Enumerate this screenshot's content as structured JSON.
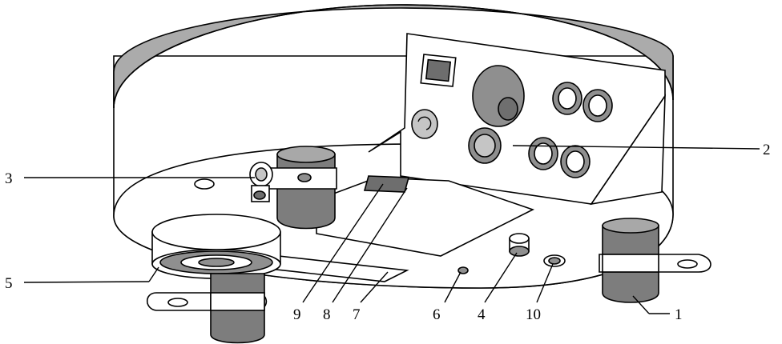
{
  "colors": {
    "body_fill": "#ffffff",
    "top_band": "#ababab",
    "rim_fill": "#dedede",
    "foot_fill": "#7d7d7d",
    "foot_light": "#a8a8a8",
    "connector_fill": "#8f8f8f",
    "panel_fill": "#ffffff",
    "line": "#000000"
  },
  "callouts": {
    "c1": "1",
    "c2": "2",
    "c3": "3",
    "c4": "4",
    "c5": "5",
    "c6": "6",
    "c7": "7",
    "c8": "8",
    "c9": "9",
    "c10": "10"
  }
}
